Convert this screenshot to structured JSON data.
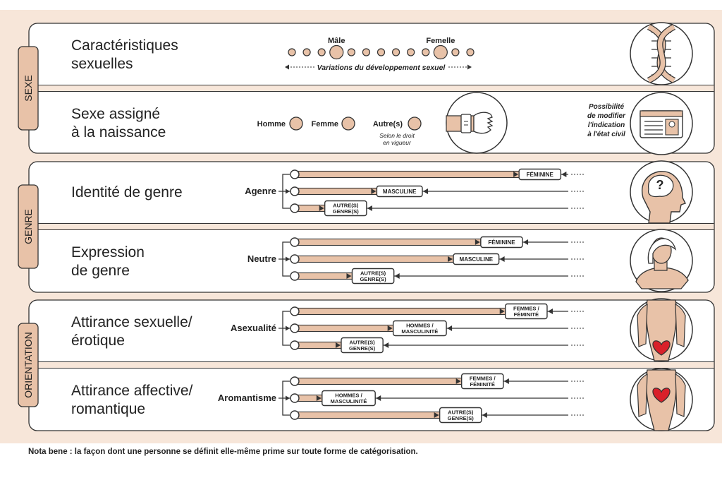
{
  "colors": {
    "background": "#f7e6d9",
    "panel": "#ffffff",
    "accent": "#e8c2a8",
    "stroke": "#333333",
    "heart": "#d9202a"
  },
  "groups": [
    {
      "label": "SEXE"
    },
    {
      "label": "GENRE"
    },
    {
      "label": "ORIENTATION"
    }
  ],
  "rows": [
    {
      "title": [
        "Caractéristiques",
        "sexuelles"
      ],
      "icon": "dna-icon"
    },
    {
      "title": [
        "Sexe assigné",
        "à la naissance"
      ],
      "icon": "wrist-bracelet-icon"
    },
    {
      "title": [
        "Identité de genre"
      ],
      "icon": "head-question-icon"
    },
    {
      "title": [
        "Expression",
        "de genre"
      ],
      "icon": "person-bust-icon"
    },
    {
      "title": [
        "Attirance sexuelle/",
        "érotique"
      ],
      "icon": "torso-heart-low-icon"
    },
    {
      "title": [
        "Attirance affective/",
        "romantique"
      ],
      "icon": "torso-heart-chest-icon"
    }
  ],
  "sex_characteristics": {
    "male_label": "Mâle",
    "female_label": "Femelle",
    "dot_count": 13,
    "male_index": 3,
    "female_index": 10,
    "caption": "Variations du développement sexuel"
  },
  "assigned_sex": {
    "options": [
      {
        "label": "Homme"
      },
      {
        "label": "Femme"
      },
      {
        "label": "Autre(s)",
        "note": [
          "Selon le droit",
          "en vigueur"
        ]
      }
    ],
    "civil_note": [
      "Possibilité",
      "de modifier",
      "l'indication",
      "à l'état civil"
    ],
    "civil_icon": "id-card-icon"
  },
  "spectra": [
    {
      "origin": "Agenre",
      "bars": [
        {
          "label": [
            "FÉMININE"
          ],
          "value": 0.82
        },
        {
          "label": [
            "MASCULINE"
          ],
          "value": 0.3
        },
        {
          "label": [
            "AUTRE(S)",
            "GENRE(S)"
          ],
          "value": 0.11
        }
      ]
    },
    {
      "origin": "Neutre",
      "bars": [
        {
          "label": [
            "FÉMININE"
          ],
          "value": 0.68
        },
        {
          "label": [
            "MASCULINE"
          ],
          "value": 0.58
        },
        {
          "label": [
            "AUTRE(S)",
            "GENRE(S)"
          ],
          "value": 0.21
        }
      ]
    },
    {
      "origin": "Asexualité",
      "bars": [
        {
          "label": [
            "FEMMES /",
            "FÉMINITÉ"
          ],
          "value": 0.77
        },
        {
          "label": [
            "HOMMES /",
            "MASCULINITÉ"
          ],
          "value": 0.36
        },
        {
          "label": [
            "AUTRE(S)",
            "GENRE(S)"
          ],
          "value": 0.17
        }
      ]
    },
    {
      "origin": "Aromantisme",
      "bars": [
        {
          "label": [
            "FEMMES /",
            "FÉMINITÉ"
          ],
          "value": 0.61
        },
        {
          "label": [
            "HOMMES /",
            "MASCULINITÉ"
          ],
          "value": 0.1
        },
        {
          "label": [
            "AUTRE(S)",
            "GENRE(S)"
          ],
          "value": 0.53
        }
      ]
    }
  ],
  "footnote": "Nota bene : la façon dont une personne se définit elle-même prime sur toute forme de catégorisation."
}
